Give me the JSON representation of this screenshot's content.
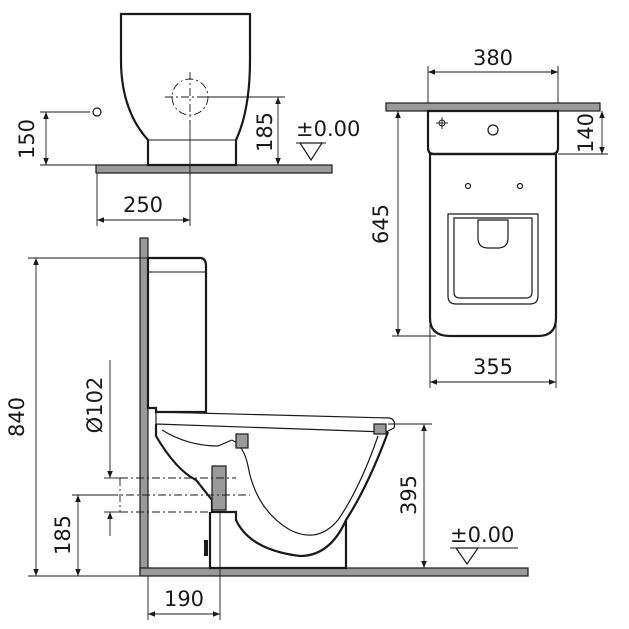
{
  "dimensions": {
    "rear_width": "250",
    "rear_height_150": "150",
    "rear_height_185": "185",
    "rear_level": "±0.00",
    "top_width_380": "380",
    "top_depth_140": "140",
    "top_length_645": "645",
    "top_width_355": "355",
    "side_height_840": "840",
    "side_pipe_dia": "Ø102",
    "side_height_185": "185",
    "side_rim_height_395": "395",
    "side_offset_190": "190",
    "side_level": "±0.00"
  },
  "colors": {
    "line": "#1a1a1a",
    "hatch": "#9a9a9a",
    "background": "#ffffff"
  }
}
